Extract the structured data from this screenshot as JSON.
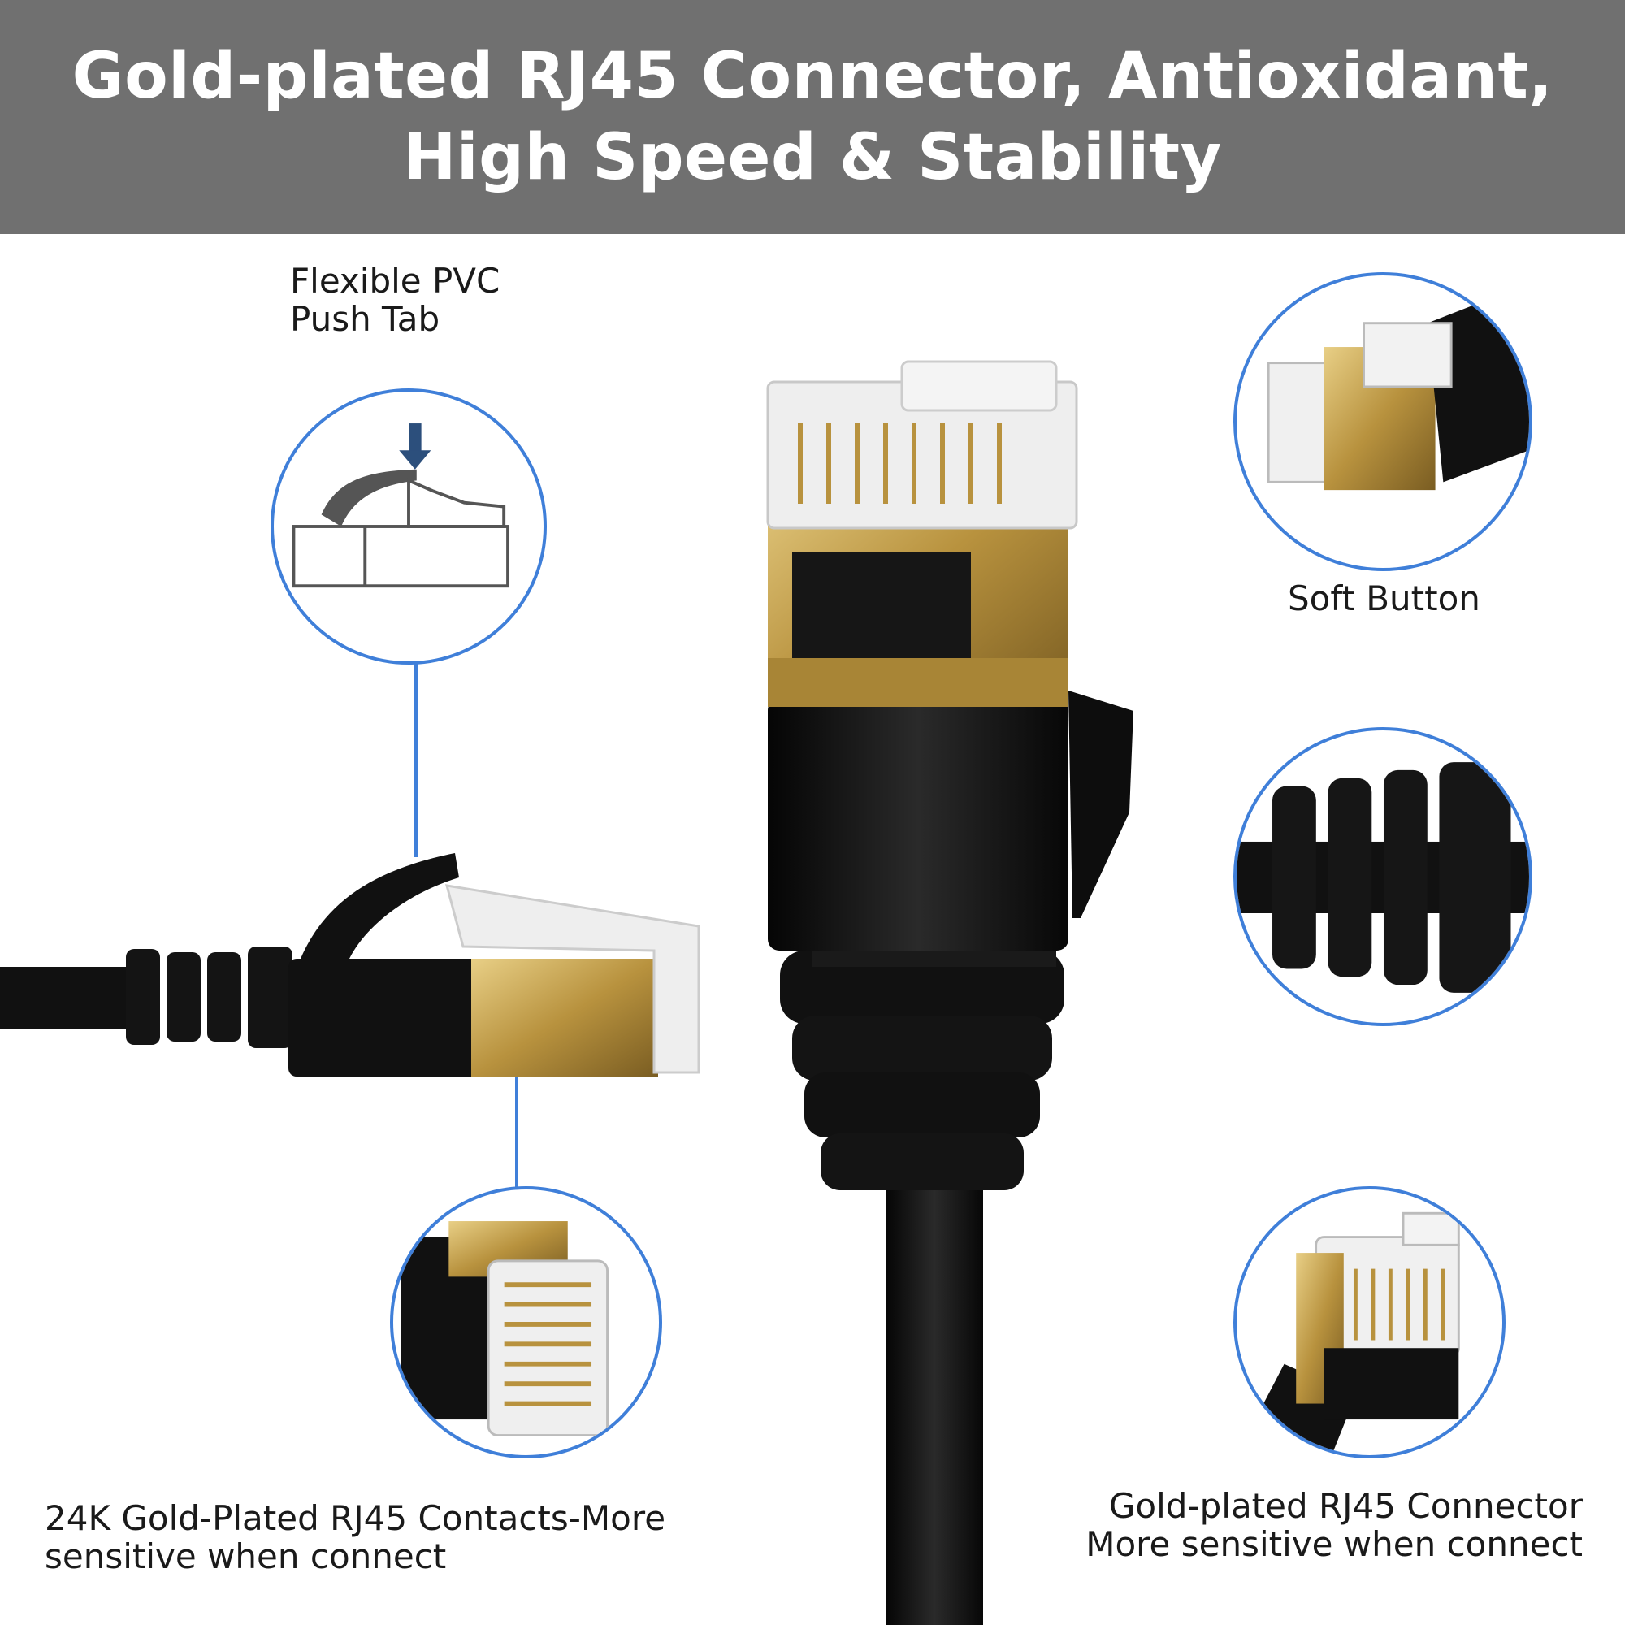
{
  "banner": {
    "line1": "Gold-plated RJ45 Connector, Antioxidant,",
    "line2": "High Speed & Stability"
  },
  "callouts": {
    "push_tab": {
      "line1": "Flexible PVC",
      "line2": "Push Tab"
    },
    "soft_button": {
      "line1": "Soft Button"
    },
    "contacts": {
      "line1": "24K Gold-Plated RJ45 Contacts-More",
      "line2": "sensitive when connect"
    },
    "connector": {
      "line1": "Gold-plated RJ45 Connector",
      "line2": "More sensitive when connect"
    }
  },
  "colors": {
    "banner_bg": "#707070",
    "accent_blue": "#3f7fd9",
    "gold": "#c9a84e",
    "cable_black": "#111111"
  },
  "icons": [
    "arrow-down-icon",
    "push-tab-diagram-icon"
  ]
}
